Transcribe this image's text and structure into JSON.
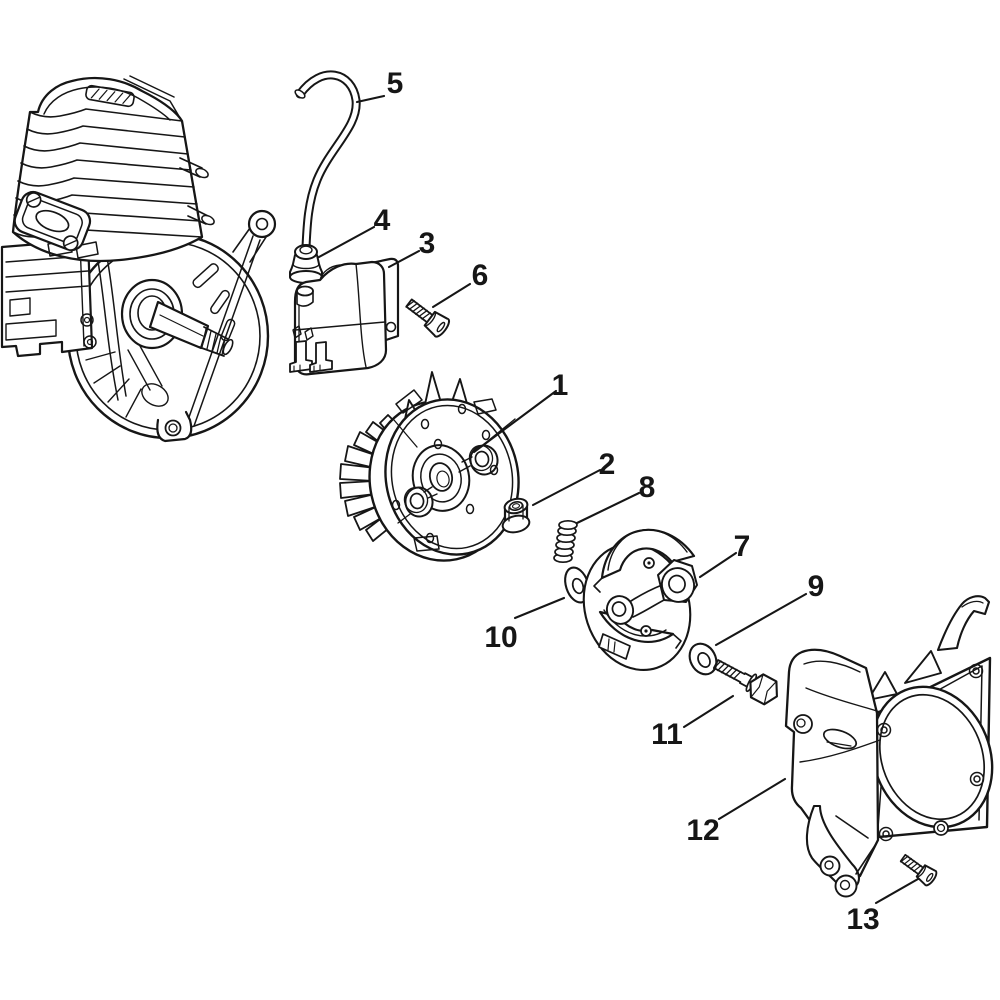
{
  "colors": {
    "ink": "#161616",
    "paper": "#ffffff"
  },
  "diagram": {
    "callouts": [
      {
        "label": "1"
      },
      {
        "label": "2"
      },
      {
        "label": "3"
      },
      {
        "label": "4"
      },
      {
        "label": "5"
      },
      {
        "label": "6"
      },
      {
        "label": "7"
      },
      {
        "label": "8"
      },
      {
        "label": "9"
      },
      {
        "label": "10"
      },
      {
        "label": "11"
      },
      {
        "label": "12"
      },
      {
        "label": "13"
      }
    ]
  }
}
